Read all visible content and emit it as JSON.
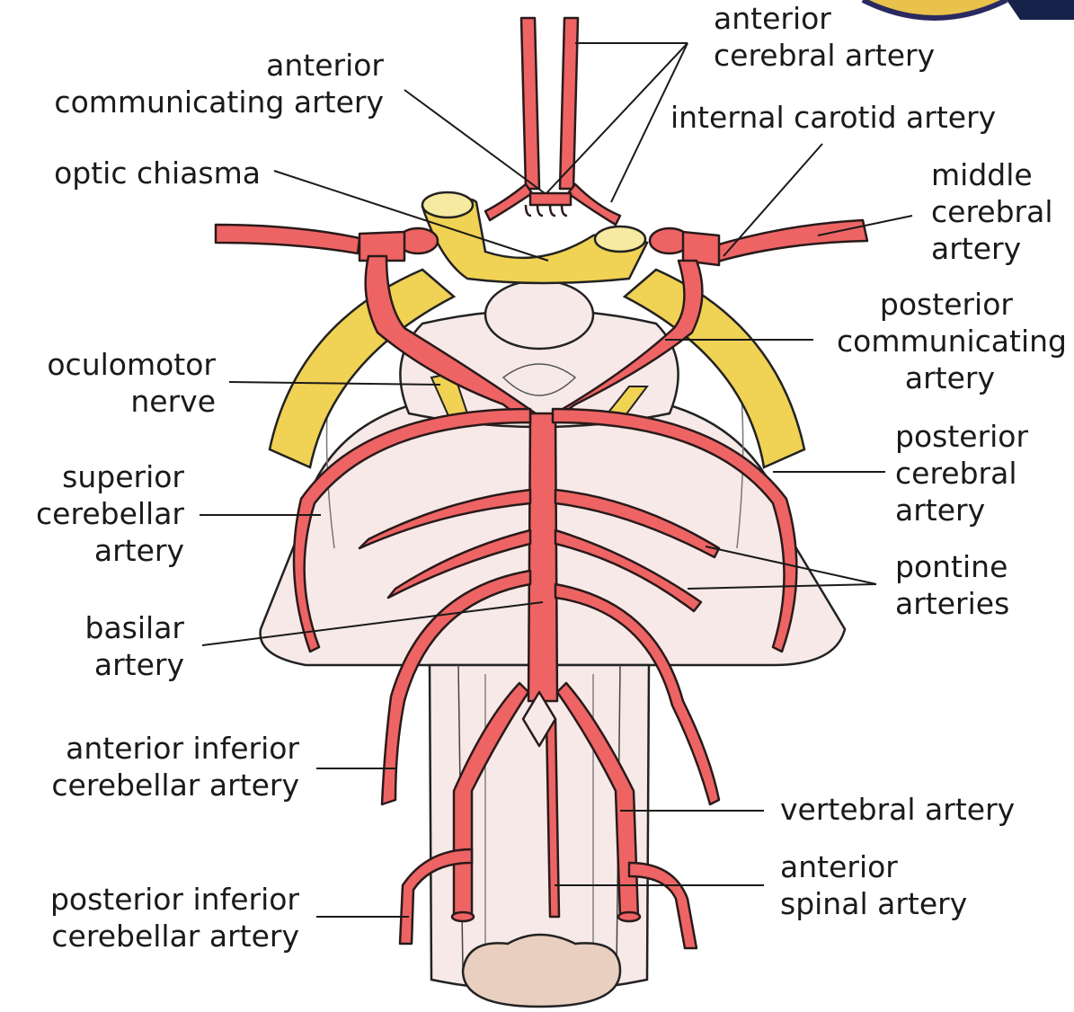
{
  "diagram": {
    "labels": {
      "anterior_cerebral_artery": [
        "anterior",
        "cerebral artery"
      ],
      "anterior_communicating_artery": [
        "anterior",
        "communicating artery"
      ],
      "internal_carotid_artery": [
        "internal carotid artery"
      ],
      "optic_chiasma": [
        "optic chiasma"
      ],
      "middle_cerebral_artery": [
        "middle",
        "cerebral",
        "artery"
      ],
      "posterior_communicating_artery": [
        "posterior",
        "communicating",
        "artery"
      ],
      "oculomotor_nerve": [
        "oculomotor",
        "nerve"
      ],
      "posterior_cerebral_artery": [
        "posterior",
        "cerebral",
        "artery"
      ],
      "superior_cerebellar_artery": [
        "superior",
        "cerebellar",
        "artery"
      ],
      "pontine_arteries": [
        "pontine",
        "arteries"
      ],
      "basilar_artery": [
        "basilar",
        "artery"
      ],
      "anterior_inferior_cerebellar_artery": [
        "anterior inferior",
        "cerebellar artery"
      ],
      "vertebral_artery": [
        "vertebral artery"
      ],
      "anterior_spinal_artery": [
        "anterior",
        "spinal artery"
      ],
      "posterior_inferior_cerebellar_artery": [
        "posterior inferior",
        "cerebellar artery"
      ]
    },
    "colors": {
      "artery_fill": "#ee6464",
      "artery_stroke": "#2a1a1a",
      "nerve_fill": "#f0d254",
      "brainstem_fill": "#f6e9e8",
      "medulla_end_fill": "#e8cfc0",
      "line_color": "#1a1a1a"
    }
  }
}
